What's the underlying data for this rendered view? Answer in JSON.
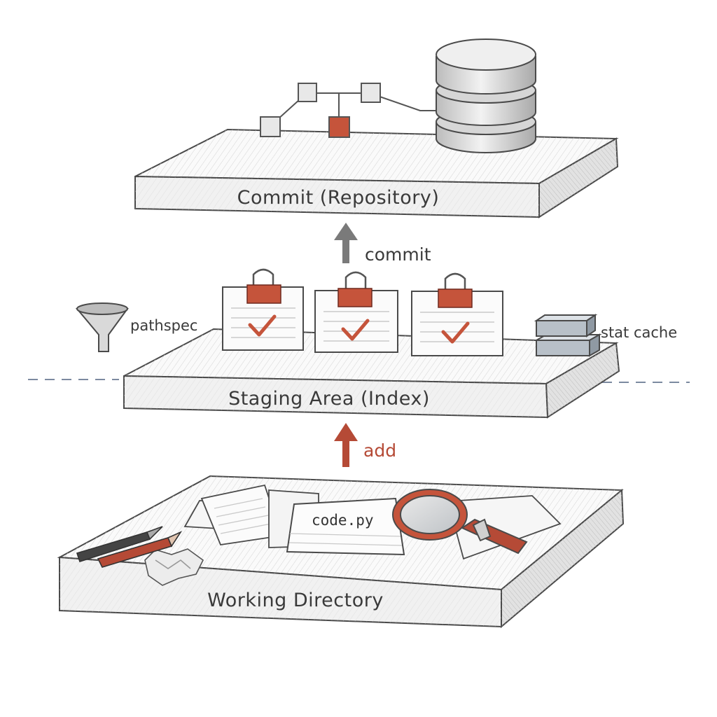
{
  "layers": {
    "repository": {
      "label": "Commit (Repository)"
    },
    "staging": {
      "label": "Staging Area (Index)"
    },
    "working": {
      "label": "Working Directory"
    }
  },
  "operations": {
    "commit": {
      "label": "commit",
      "color": "#7a7a7a"
    },
    "add": {
      "label": "add",
      "color": "#b54a36"
    }
  },
  "annotations": {
    "pathspec": "pathspec",
    "stat_cache": "stat cache"
  },
  "files": {
    "code_file": "code.py"
  },
  "colors": {
    "accent": "#c5543b",
    "slab_fill": "#f4f4f4",
    "stroke": "#4a4a4a",
    "dashed_line": "#7c8aa0"
  },
  "icons": {
    "repository": "database-icon",
    "history": "commit-graph-icon",
    "staged": "clipped-checkmark-card-icon",
    "filter": "funnel-icon",
    "cache": "stacked-blocks-icon",
    "inspect": "magnifying-glass-icon"
  }
}
